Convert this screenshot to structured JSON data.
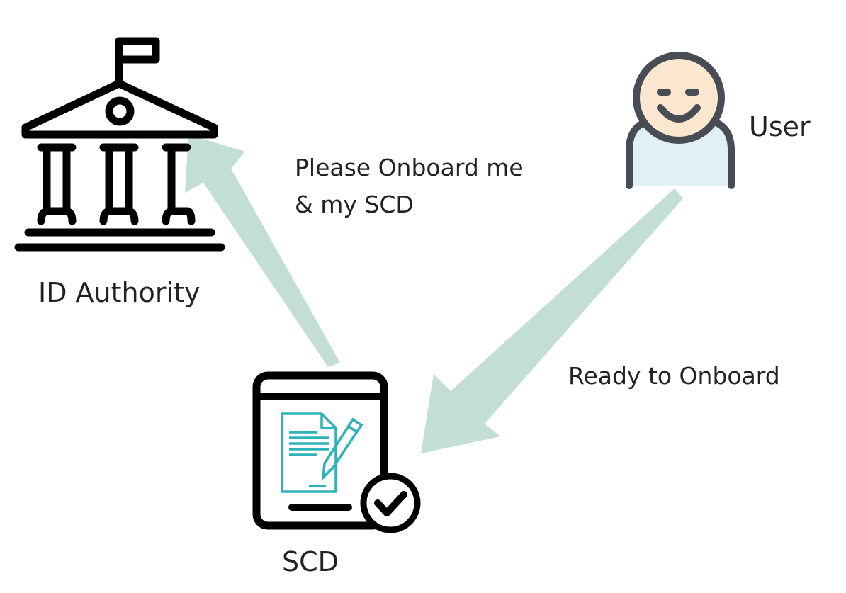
{
  "nodes": {
    "authority": {
      "label": "ID Authority",
      "icon": "government-building-icon"
    },
    "user": {
      "label": "User",
      "icon": "user-avatar-icon"
    },
    "scd": {
      "label": "SCD",
      "icon": "signed-document-device-icon"
    }
  },
  "messages": {
    "onboard_request_line1": "Please Onboard me",
    "onboard_request_line2": "& my SCD",
    "ready": "Ready to Onboard"
  },
  "colors": {
    "arrow": "#c3ded6",
    "icon_stroke": "#000000",
    "user_outline": "#474c55",
    "user_face": "#fbe6cf",
    "user_body": "#e1f0f5",
    "document": "#2bb3b9"
  }
}
